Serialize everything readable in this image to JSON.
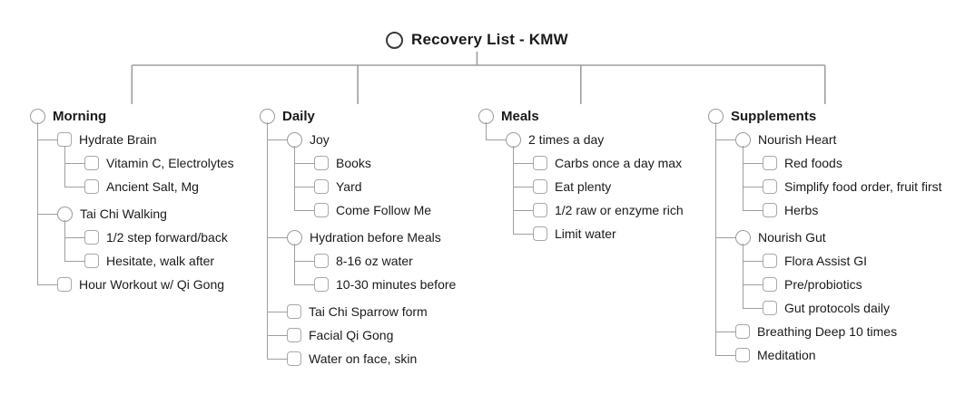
{
  "title": {
    "label": "Recovery List - KMW",
    "icon": "circle-task-icon"
  },
  "colors": {
    "background": "#ffffff",
    "text": "#1a1a1a",
    "connector_line": "#9f9f9f",
    "checkbox_stroke": "#a8a8a8",
    "title_icon_stroke": "#3a3a3a"
  },
  "branches": [
    {
      "label": "Morning",
      "icon": "circle-task-icon",
      "children": [
        {
          "label": "Hydrate Brain",
          "icon": "square-task-icon",
          "children": [
            {
              "label": "Vitamin C, Electrolytes",
              "icon": "square-task-icon"
            },
            {
              "label": "Ancient Salt, Mg",
              "icon": "square-task-icon"
            }
          ]
        },
        {
          "label": "Tai Chi Walking",
          "icon": "circle-task-icon",
          "children": [
            {
              "label": "1/2 step forward/back",
              "icon": "square-task-icon"
            },
            {
              "label": "Hesitate, walk after",
              "icon": "square-task-icon"
            }
          ]
        },
        {
          "label": "Hour Workout w/ Qi Gong",
          "icon": "square-task-icon"
        }
      ]
    },
    {
      "label": "Daily",
      "icon": "circle-task-icon",
      "children": [
        {
          "label": "Joy",
          "icon": "circle-task-icon",
          "children": [
            {
              "label": "Books",
              "icon": "square-task-icon"
            },
            {
              "label": "Yard",
              "icon": "square-task-icon"
            },
            {
              "label": "Come Follow Me",
              "icon": "square-task-icon"
            }
          ]
        },
        {
          "label": "Hydration before Meals",
          "icon": "circle-task-icon",
          "children": [
            {
              "label": "8-16 oz water",
              "icon": "square-task-icon"
            },
            {
              "label": "10-30 minutes before",
              "icon": "square-task-icon"
            }
          ]
        },
        {
          "label": "Tai Chi Sparrow form",
          "icon": "square-task-icon"
        },
        {
          "label": "Facial Qi Gong",
          "icon": "square-task-icon"
        },
        {
          "label": "Water on face, skin",
          "icon": "square-task-icon"
        }
      ]
    },
    {
      "label": "Meals",
      "icon": "circle-task-icon",
      "children": [
        {
          "label": "2 times a day",
          "icon": "circle-task-icon",
          "children": [
            {
              "label": "Carbs once a day max",
              "icon": "square-task-icon"
            },
            {
              "label": "Eat plenty",
              "icon": "square-task-icon"
            },
            {
              "label": "1/2 raw or enzyme rich",
              "icon": "square-task-icon"
            },
            {
              "label": "Limit water",
              "icon": "square-task-icon"
            }
          ]
        }
      ]
    },
    {
      "label": "Supplements",
      "icon": "circle-task-icon",
      "children": [
        {
          "label": "Nourish Heart",
          "icon": "circle-task-icon",
          "children": [
            {
              "label": "Red foods",
              "icon": "square-task-icon"
            },
            {
              "label": "Simplify food order, fruit first",
              "icon": "square-task-icon"
            },
            {
              "label": "Herbs",
              "icon": "square-task-icon"
            }
          ]
        },
        {
          "label": "Nourish Gut",
          "icon": "circle-task-icon",
          "children": [
            {
              "label": "Flora Assist GI",
              "icon": "square-task-icon"
            },
            {
              "label": "Pre/probiotics",
              "icon": "square-task-icon"
            },
            {
              "label": "Gut protocols daily",
              "icon": "square-task-icon"
            }
          ]
        },
        {
          "label": "Breathing Deep 10 times",
          "icon": "square-task-icon"
        },
        {
          "label": "Meditation",
          "icon": "square-task-icon"
        }
      ]
    }
  ]
}
